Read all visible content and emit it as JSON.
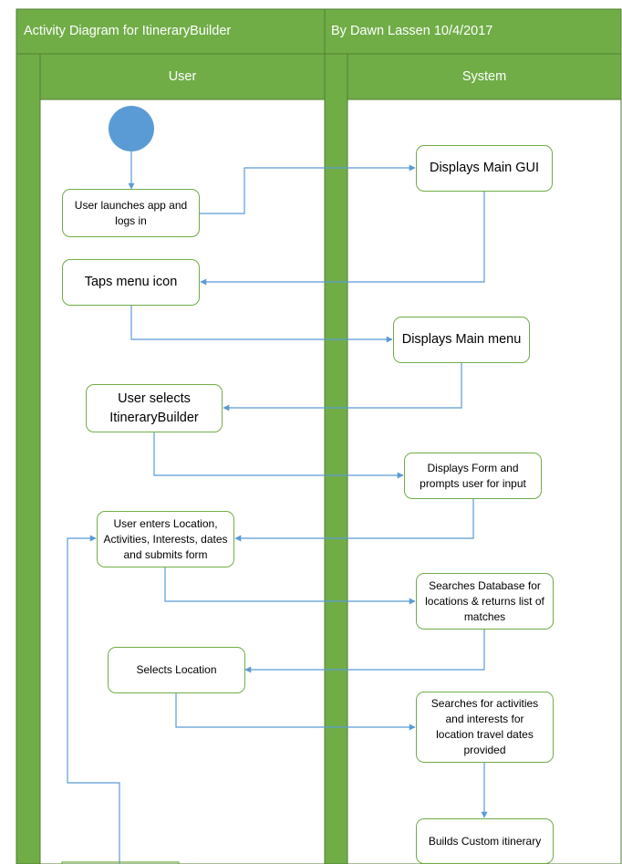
{
  "header": {
    "title": "Activity Diagram for ItineraryBuilder",
    "author": "By Dawn Lassen 10/4/2017"
  },
  "lanes": {
    "user": "User",
    "system": "System"
  },
  "nodes": {
    "user_launches": "User launches app and logs in",
    "displays_main_gui": "Displays Main GUI",
    "taps_menu_icon": "Taps menu icon",
    "displays_main_menu": "Displays Main menu",
    "user_selects": "User selects ItineraryBuilder",
    "displays_form": "Displays Form and prompts user for input",
    "user_enters": "User enters Location, Activities,  Interests, dates and submits form",
    "searches_database": "Searches Database for locations & returns list of matches",
    "selects_location": "Selects Location",
    "searches_activities": "Searches for activities and interests for location travel dates provided",
    "builds_itinerary": "Builds Custom itinerary"
  },
  "colors": {
    "swimlane_green": "#70ad47",
    "border_dark": "#507e32",
    "connector_blue": "#5b9bd5",
    "start_node": "#5b9bd5",
    "header_text": "#ffffff"
  },
  "icons": {
    "start": "filled-circle-start-node",
    "arrowhead": "triangle-arrowhead"
  }
}
